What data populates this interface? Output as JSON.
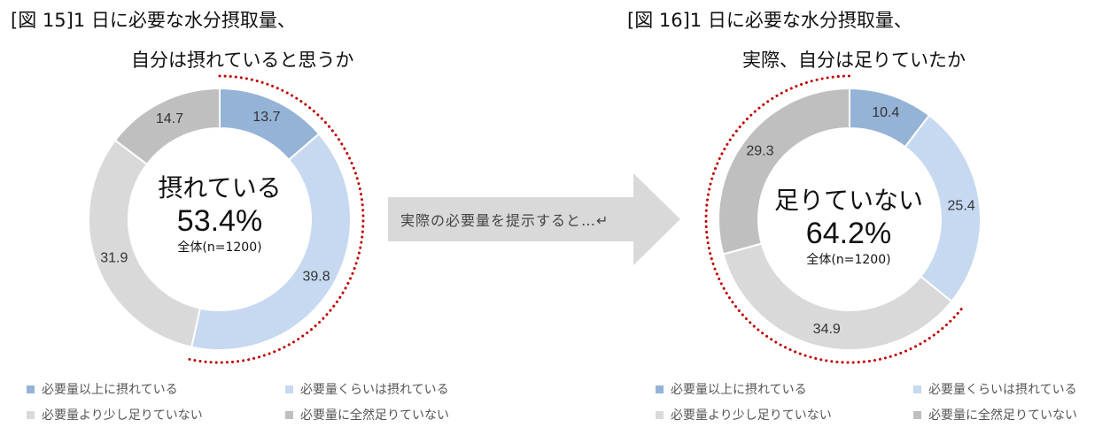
{
  "titles": {
    "fig15_line1": "[図 15]1 日に必要な水分摂取量、",
    "fig15_line2": "自分は摂れていると思うか",
    "fig16_line1": "[図 16]1 日に必要な水分摂取量、",
    "fig16_line2": "実際、自分は足りていたか"
  },
  "arrow_text": "実際の必要量を提示すると…↵",
  "colors": {
    "above": "#95b3d7",
    "about": "#c6d9f1",
    "slightly_short": "#d9d9d9",
    "not_at_all": "#bfbfbf",
    "dotted_highlight": "#c00000"
  },
  "legend": [
    "必要量以上に摂れている",
    "必要量くらいは摂れている",
    "必要量より少し足りていない",
    "必要量に全然足りていない"
  ],
  "chart_data": [
    {
      "type": "pie",
      "variant": "donut",
      "categories": [
        "必要量以上に摂れている",
        "必要量くらいは摂れている",
        "必要量より少し足りていない",
        "必要量に全然足りていない"
      ],
      "values": [
        13.7,
        39.8,
        31.9,
        14.7
      ],
      "value_labels": [
        "13.7",
        "39.8",
        "31.9",
        "14.7"
      ],
      "center": {
        "head": "摂れている",
        "value": "53.4%",
        "sub": "全体(n=1200)"
      },
      "highlight_categories": [
        "必要量以上に摂れている",
        "必要量くらいは摂れている"
      ]
    },
    {
      "type": "pie",
      "variant": "donut",
      "categories": [
        "必要量以上に摂れている",
        "必要量くらいは摂れている",
        "必要量より少し足りていない",
        "必要量に全然足りていない"
      ],
      "values": [
        10.4,
        25.4,
        34.9,
        29.3
      ],
      "value_labels": [
        "10.4",
        "25.4",
        "34.9",
        "29.3"
      ],
      "center": {
        "head": "足りていない",
        "value": "64.2%",
        "sub": "全体(n=1200)"
      },
      "highlight_categories": [
        "必要量より少し足りていない",
        "必要量に全然足りていない"
      ]
    }
  ]
}
